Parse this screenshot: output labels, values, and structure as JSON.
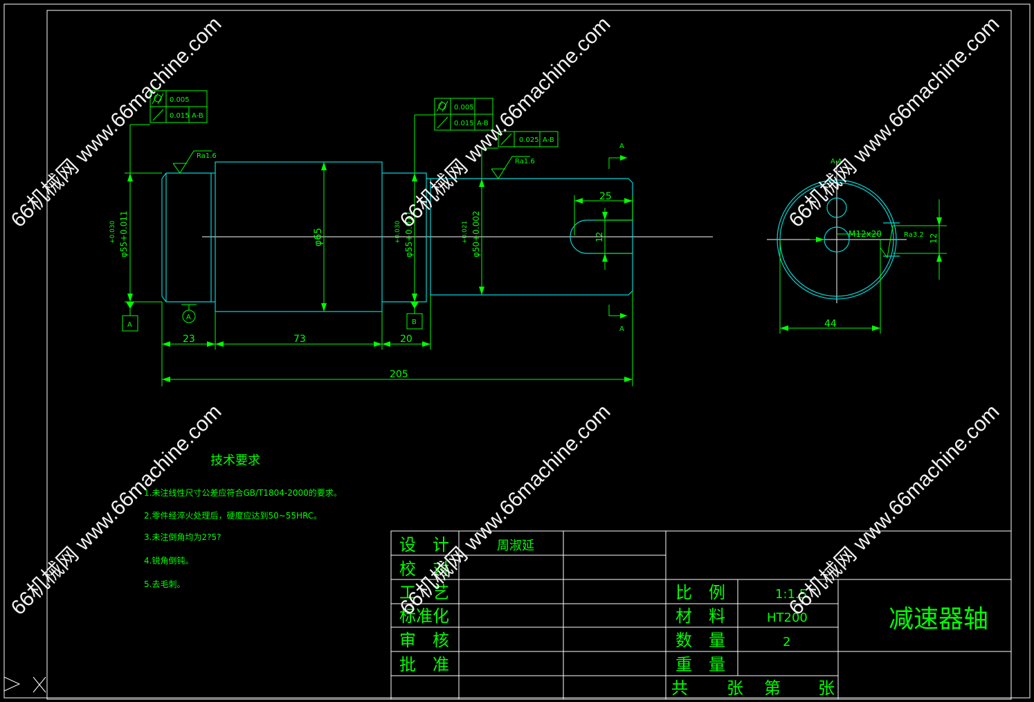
{
  "colors": {
    "background": "#000000",
    "frame": "#ffffff",
    "dimension": "#00ff00",
    "outline": "#00d8d8",
    "centerline": "#ffffff",
    "accent_yellow": "#ffff66",
    "watermark": "#ffffff"
  },
  "tolerance_frames": {
    "left": {
      "row1_value": "0.005",
      "row2_value": "0.015",
      "row2_datum": "A-B"
    },
    "middle": {
      "row1_value": "0.005",
      "row2_value": "0.015",
      "row2_datum": "A-B"
    },
    "middle_extra": {
      "value": "0.025",
      "datum": "A-B"
    }
  },
  "roughness": {
    "left": "Ra1.6",
    "middle": "Ra1.6",
    "keyway": "Ra3.2"
  },
  "section_marks": {
    "top": "A",
    "bottom": "A",
    "section_title": "A-A"
  },
  "dimensions": {
    "d_left": "φ55+0.011",
    "d_left_upper": "+0.030",
    "d_center": "φ65",
    "d_mid": "φ55+0.011",
    "d_mid_upper": "+0.030",
    "d_right": "φ50+0.002",
    "d_right_upper": "+0.021",
    "len_23": "23",
    "len_73": "73",
    "len_20": "20",
    "len_205": "205",
    "key_len": "25",
    "key_width": "12",
    "section_44": "44",
    "section_12": "12",
    "thread": "M12x20"
  },
  "datums": {
    "a_box": "A",
    "b_box": "B",
    "a_circle": "A"
  },
  "tech_requirements": {
    "title": "技术要求",
    "items": [
      "1.未注线性尺寸公差应符合GB/T1804-2000的要求。",
      "2.零件经淬火处理后，硬度应达到50~55HRC。",
      "3.未注倒角均为2?5?",
      "4.锐角倒钝。",
      "5.去毛刺。"
    ]
  },
  "title_block": {
    "labels": {
      "design": "设　计",
      "check": "校　对",
      "process": "工　艺",
      "standard": "标准化",
      "review": "审　核",
      "approve": "批　准"
    },
    "designer": "周淑延",
    "props": {
      "scale_label": "比　例",
      "scale_value": "1:1.5",
      "material_label": "材　料",
      "material_value": "HT200",
      "qty_label": "数　量",
      "qty_value": "2",
      "weight_label": "重　量",
      "weight_value": ""
    },
    "sheet": {
      "total_label": "共",
      "sheet_label": "张",
      "no_label": "第",
      "end_label": "张"
    },
    "part_name": "减速器轴"
  },
  "watermark": "66机械网 www.66machine.com"
}
